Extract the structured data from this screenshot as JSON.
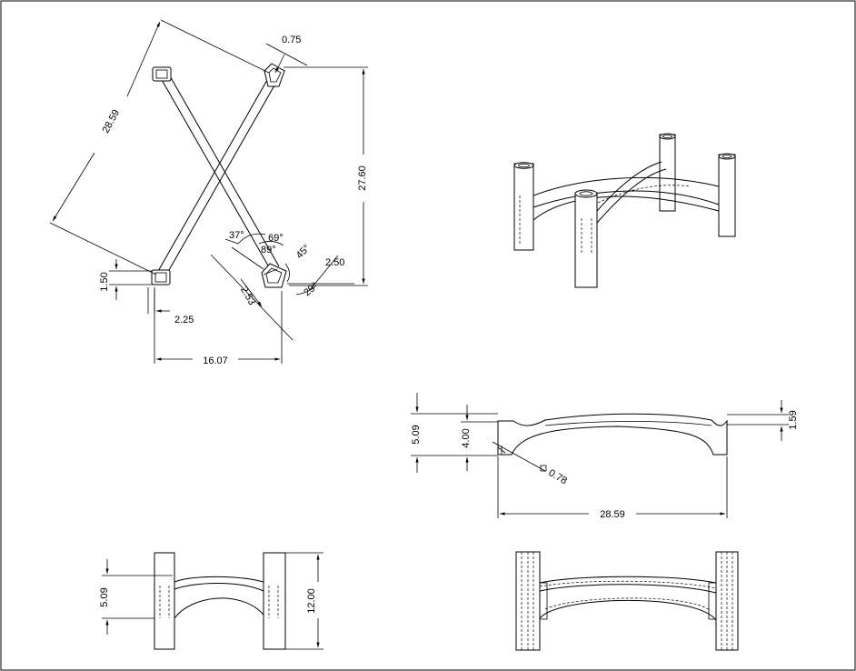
{
  "drawing": {
    "top_view": {
      "dims": {
        "d_0_75": "0.75",
        "d_28_59": "28.59",
        "d_27_60": "27.60",
        "d_1_50": "1.50",
        "d_2_25": "2.25",
        "d_16_07": "16.07",
        "d_2_50": "2.50",
        "d_2_53": "2.53",
        "a_37": "37°",
        "a_69": "69°",
        "a_89": "89°",
        "a_45": "45°",
        "a_29": "29°"
      }
    },
    "front_view": {
      "dims": {
        "d_5_09": "5.09",
        "d_4_00": "4.00",
        "d_1_59": "1.59",
        "d_0_78": "0.78",
        "d_28_59": "28.59"
      }
    },
    "side_view": {
      "dims": {
        "d_5_09": "5.09",
        "d_12_00": "12.00"
      }
    }
  }
}
